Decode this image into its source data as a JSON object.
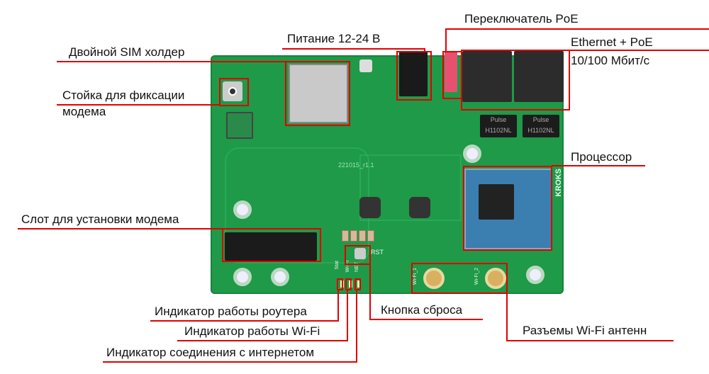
{
  "labels": {
    "sim_holder": "Двойной SIM холдер",
    "modem_stand_line1": "Стойка для фиксации",
    "modem_stand_line2": "модема",
    "power": "Питание 12-24 В",
    "poe_switch": "Переключатель PoE",
    "ethernet_line1": "Ethernet + PoE",
    "ethernet_line2": "10/100 Мбит/с",
    "processor": "Процессор",
    "modem_slot": "Слот для установки модема",
    "router_led": "Индикатор работы роутера",
    "wifi_led": "Индикатор работы Wi-Fi",
    "internet_led": "Индикатор соединения с интернетом",
    "reset_button": "Кнопка сброса",
    "wifi_antennas": "Разъемы Wi-Fi антенн"
  },
  "board": {
    "silkscreen_revision": "221015_r1.1",
    "reset_silk": "RST",
    "brand_silk": "KROKS",
    "transformer_brand": "Pulse",
    "transformer_model": "H1102NL",
    "led_silk": [
      "Stat",
      "Wi-Fi",
      "NET"
    ],
    "antenna_silk": [
      "Wi-Fi_1",
      "Wi-Fi_2"
    ]
  },
  "colors": {
    "board": "#1e9a48",
    "annotation": "#e00000"
  }
}
